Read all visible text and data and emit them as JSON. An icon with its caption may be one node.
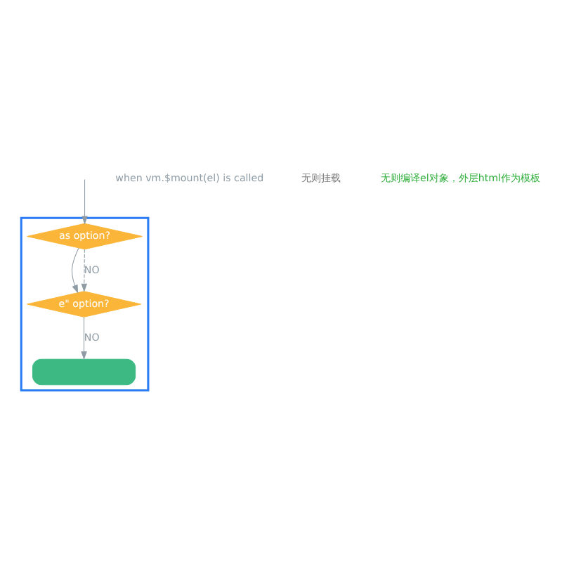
{
  "diagram": {
    "nodes": [
      {
        "text": [],
        "shape": "box"
      },
      {
        "text": [
          "as option?"
        ],
        "in": 0
      },
      {
        "text": [
          "e\" option?"
        ],
        "in": 0
      },
      {
        "text": [],
        "shape": "box",
        "in": 0
      }
    ],
    "edges": [
      {
        "from": null,
        "to": 1,
        "arrow": "to"
      },
      {
        "from": 1,
        "to": 2,
        "arrow": "to"
      },
      {
        "from": 1,
        "to": 2,
        "arrow": "to",
        "style": "dashed",
        "label": "NO"
      },
      {
        "from": 2,
        "to": 3,
        "arrow": "to",
        "label": "NO"
      }
    ],
    "labels": [
      "when vm.$mount(el) is called",
      "无则挂载",
      "无则编译el对象，外层html作为模板"
    ]
  }
}
